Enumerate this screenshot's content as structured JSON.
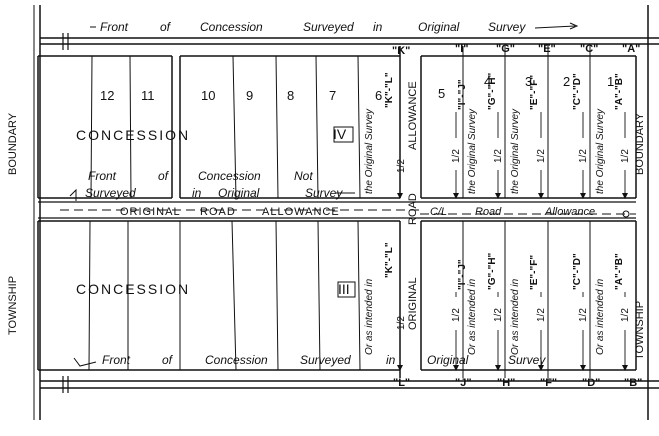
{
  "top_front_text": [
    "Front",
    "of",
    "Concession",
    "Surveyed",
    "in",
    "Original",
    "Survey"
  ],
  "boundary_left_top": "BOUNDARY",
  "boundary_right_top": "BOUNDARY",
  "township_left": "TOWNSHIP",
  "township_right": "TOWNSHIP",
  "road_allowance_vertical": "ALLOWANCE",
  "road_vertical": "ROAD",
  "original_vertical": "ORIGINAL",
  "original_road_allowance": [
    "ORIGINAL",
    "ROAD",
    "ALLOWANCE"
  ],
  "cl_road_allowance": [
    "C/L",
    "Road",
    "Allowance"
  ],
  "concession_upper": {
    "name": "CONCESSION",
    "numeral": "IV",
    "front_note": [
      "Front",
      "of",
      "Concession",
      "Not",
      "Surveyed",
      "in",
      "Original",
      "Survey"
    ]
  },
  "concession_lower": {
    "name": "CONCESSION",
    "numeral": "III",
    "front_note": [
      "Front",
      "of",
      "Concession",
      "Surveyed",
      "in",
      "Original",
      "Survey"
    ]
  },
  "lot_numbers_left": [
    "12",
    "11",
    "10",
    "9",
    "8",
    "7",
    "6"
  ],
  "lot_numbers_right": [
    "5",
    "4",
    "3",
    "2",
    "1"
  ],
  "top_post_labels": [
    "\"K\"",
    "\"I\"",
    "\"G\"",
    "\"E\"",
    "\"C\"",
    "\"A\""
  ],
  "bottom_post_labels": [
    "\"L\"",
    "\"J\"",
    "\"H\"",
    "\"F\"",
    "\"D\"",
    "\"B\""
  ],
  "pair_labels": [
    "\"K\"-\"L\"",
    "\"I\"-\"J\"",
    "\"G\"-\"H\"",
    "\"E\"-\"F\"",
    "\"C\"-\"D\"",
    "\"A\"-\"B\""
  ],
  "half": "1/2",
  "upper_vertical_note": "the Original Survey",
  "lower_vertical_note": "Or as intended in",
  "lower_right_front": [
    "Original",
    "Survey"
  ]
}
